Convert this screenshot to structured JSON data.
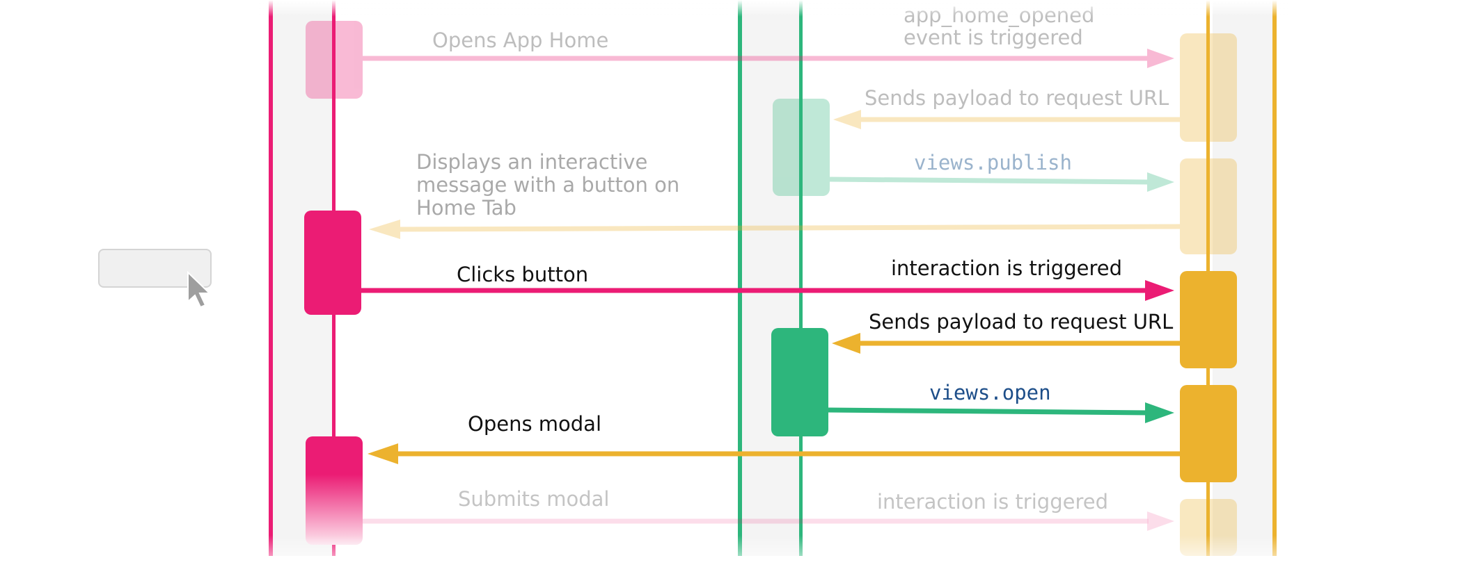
{
  "colors": {
    "user": "#eb1c74",
    "app": "#2db67c",
    "slack": "#ecb22e",
    "lane_bg": "#f4f4f4",
    "text": "#111111",
    "code_text": "#1d4e89",
    "faded_text": "#bdbdbd"
  },
  "icons": {
    "cursor": "cursor-arrow-icon"
  },
  "messages": [
    {
      "id": "opens-app-home",
      "label": "Opens App Home",
      "style": "faded"
    },
    {
      "id": "app-home-opened",
      "label_lines": [
        "app_home_opened",
        "event is triggered"
      ],
      "style": "faded"
    },
    {
      "id": "sends-payload-1",
      "label": "Sends payload to request URL",
      "style": "faded"
    },
    {
      "id": "views-publish",
      "label": "views.publish",
      "style": "faded-code"
    },
    {
      "id": "displays-message",
      "label_lines": [
        "Displays an interactive",
        "message with a button on",
        "Home Tab"
      ],
      "style": "faded"
    },
    {
      "id": "clicks-button",
      "label": "Clicks button",
      "style": "normal"
    },
    {
      "id": "interaction-triggered",
      "label": "interaction is triggered",
      "style": "normal"
    },
    {
      "id": "sends-payload-2",
      "label": "Sends payload to request URL",
      "style": "normal"
    },
    {
      "id": "views-open",
      "label": "views.open",
      "style": "code"
    },
    {
      "id": "opens-modal",
      "label": "Opens modal",
      "style": "normal"
    },
    {
      "id": "submits-modal",
      "label": "Submits modal",
      "style": "faded"
    },
    {
      "id": "interaction-triggered-2",
      "label": "interaction is triggered",
      "style": "faded"
    }
  ]
}
